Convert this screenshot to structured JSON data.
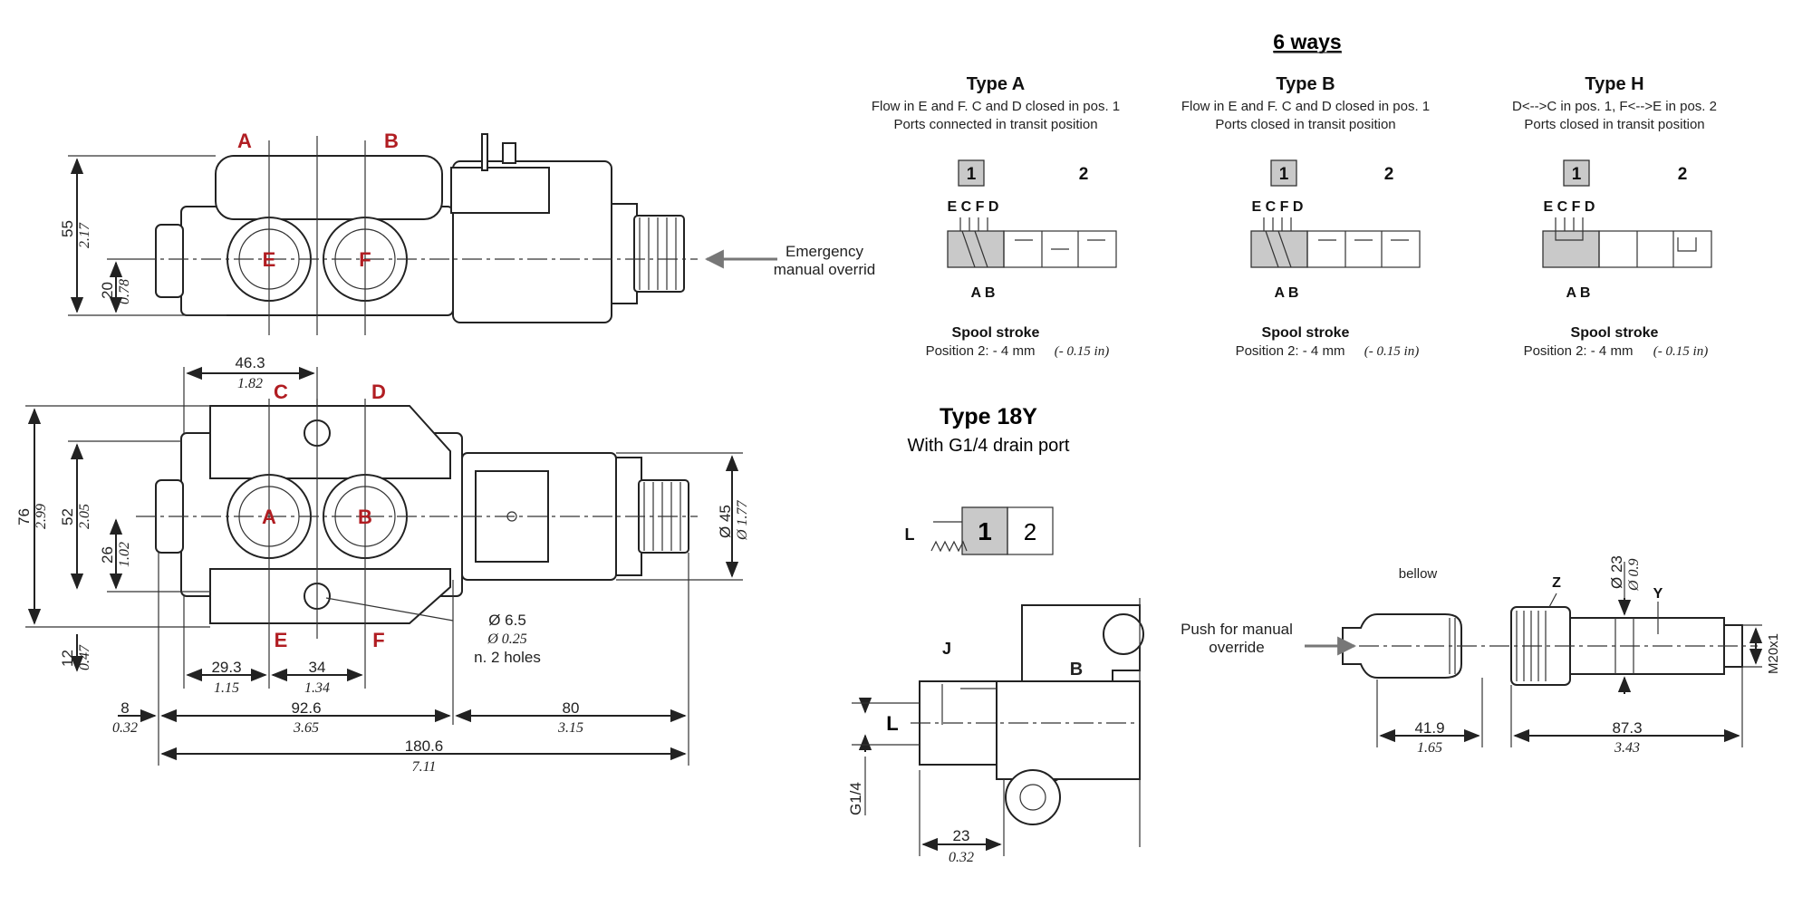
{
  "title": "6 ways",
  "ports_top": {
    "a": "A",
    "b": "B",
    "e": "E",
    "f": "F"
  },
  "ports_mid": {
    "c": "C",
    "d": "D",
    "a": "A",
    "b": "B",
    "e": "E",
    "f": "F"
  },
  "emergency": {
    "line1": "Emergency",
    "line2": "manual overrid"
  },
  "dims_top": {
    "h55": "55",
    "h55_in": "2.17",
    "h20": "20",
    "h20_in": "0.78"
  },
  "dims_mid": {
    "w46": "46.3",
    "w46_in": "1.82",
    "h76": "76",
    "h76_in": "2.99",
    "h52": "52",
    "h52_in": "2.05",
    "h26": "26",
    "h26_in": "1.02",
    "h12": "12",
    "h12_in": "0.47",
    "d45": "Ø 45",
    "d45_in": "Ø 1.77",
    "hole": "Ø 6.5",
    "hole_in": "Ø 0.25",
    "holes": "n. 2 holes",
    "w29": "29.3",
    "w29_in": "1.15",
    "w34": "34",
    "w34_in": "1.34",
    "w8": "8",
    "w8_in": "0.32",
    "w92": "92.6",
    "w92_in": "3.65",
    "w80": "80",
    "w80_in": "3.15",
    "w180": "180.6",
    "w180_in": "7.11"
  },
  "types": [
    {
      "name": "Type A",
      "desc1": "Flow in E and F. C and D closed in pos. 1",
      "desc2": "Ports connected in transit position",
      "pos1": "1",
      "pos2": "2",
      "top_ports": "E C F D",
      "bottom_ports": "A B",
      "stroke_label": "Spool stroke",
      "stroke_text": "Position 2: - 4 mm",
      "stroke_in": "(- 0.15 in)"
    },
    {
      "name": "Type B",
      "desc1": "Flow in E and F. C and D closed in pos. 1",
      "desc2": "Ports closed in transit position",
      "pos1": "1",
      "pos2": "2",
      "top_ports": "E C F D",
      "bottom_ports": "A B",
      "stroke_label": "Spool stroke",
      "stroke_text": "Position 2: - 4 mm",
      "stroke_in": "(- 0.15 in)"
    },
    {
      "name": "Type H",
      "desc1": "D<-->C in pos. 1, F<-->E in pos. 2",
      "desc2": "Ports closed in transit position",
      "pos1": "1",
      "pos2": "2",
      "top_ports": "E C F D",
      "bottom_ports": "A B",
      "stroke_label": "Spool stroke",
      "stroke_text": "Position 2: - 4 mm",
      "stroke_in": "(- 0.15 in)"
    }
  ],
  "type18y": {
    "title": "Type 18Y",
    "subtitle": "With G1/4 drain port",
    "l": "L",
    "pos1": "1",
    "pos2": "2"
  },
  "drain": {
    "j": "J",
    "b": "B",
    "l": "L",
    "g14": "G1/4",
    "w23": "23",
    "w23_in": "0.32"
  },
  "override": {
    "push1": "Push for manual",
    "push2": "override",
    "bellow": "bellow",
    "z": "Z",
    "y": "Y",
    "d23": "Ø 23",
    "d23_in": "Ø 0.9",
    "thread": "M20x1",
    "w41": "41.9",
    "w41_in": "1.65",
    "w87": "87.3",
    "w87_in": "3.43"
  }
}
